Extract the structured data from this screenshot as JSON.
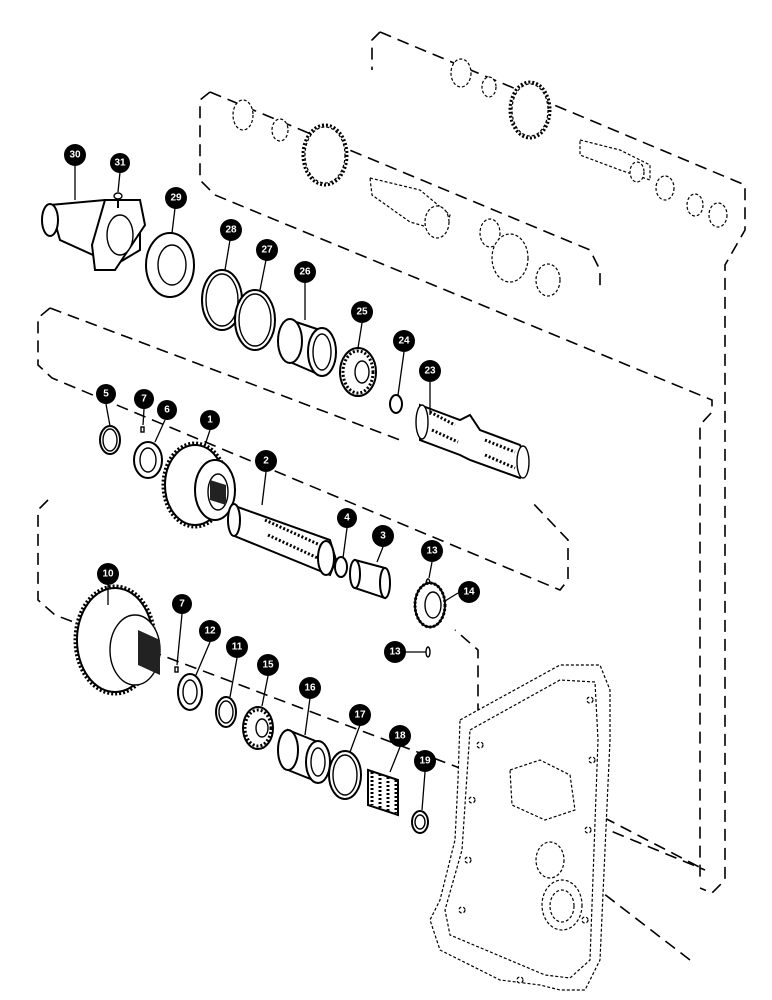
{
  "diagram": {
    "callouts": [
      {
        "id": "c30",
        "label": "30"
      },
      {
        "id": "c31",
        "label": "31"
      },
      {
        "id": "c29",
        "label": "29"
      },
      {
        "id": "c28",
        "label": "28"
      },
      {
        "id": "c27",
        "label": "27"
      },
      {
        "id": "c26",
        "label": "26"
      },
      {
        "id": "c25",
        "label": "25"
      },
      {
        "id": "c24",
        "label": "24"
      },
      {
        "id": "c23",
        "label": "23"
      },
      {
        "id": "c5",
        "label": "5"
      },
      {
        "id": "c7a",
        "label": "7"
      },
      {
        "id": "c6",
        "label": "6"
      },
      {
        "id": "c1",
        "label": "1"
      },
      {
        "id": "c2",
        "label": "2"
      },
      {
        "id": "c4",
        "label": "4"
      },
      {
        "id": "c3",
        "label": "3"
      },
      {
        "id": "c13a",
        "label": "13"
      },
      {
        "id": "c14",
        "label": "14"
      },
      {
        "id": "c13b",
        "label": "13"
      },
      {
        "id": "c10",
        "label": "10"
      },
      {
        "id": "c7b",
        "label": "7"
      },
      {
        "id": "c12",
        "label": "12"
      },
      {
        "id": "c11",
        "label": "11"
      },
      {
        "id": "c15",
        "label": "15"
      },
      {
        "id": "c16",
        "label": "16"
      },
      {
        "id": "c17",
        "label": "17"
      },
      {
        "id": "c18",
        "label": "18"
      },
      {
        "id": "c19",
        "label": "19"
      }
    ]
  }
}
